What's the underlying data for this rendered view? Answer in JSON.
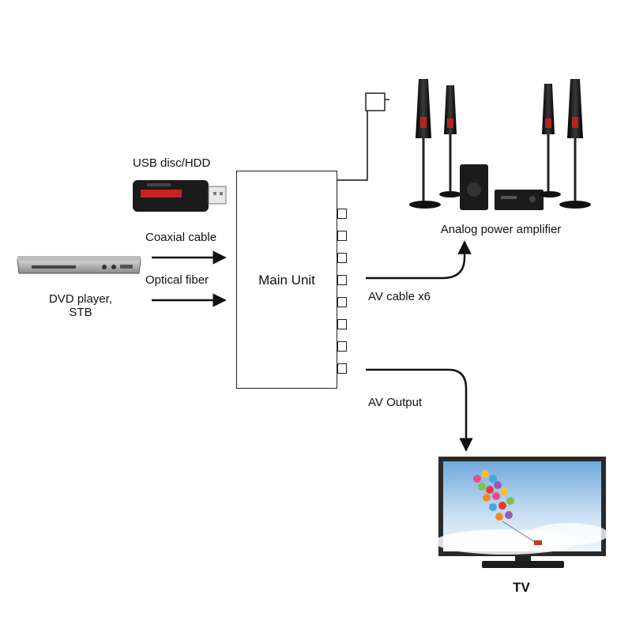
{
  "labels": {
    "usb": "USB disc/HDD",
    "coaxial": "Coaxial cable",
    "optical": "Optical fiber",
    "dvd_line1": "DVD player,",
    "dvd_line2": "STB",
    "main_unit": "Main Unit",
    "amplifier": "Analog power amplifier",
    "av_cable": "AV cable x6",
    "av_output": "AV Output",
    "tv": "TV"
  },
  "main_unit_ports": 8,
  "colors": {
    "line": "#111111",
    "device_dark": "#1b1b1b",
    "usb_accent": "#cc1f1f",
    "speaker_glow": "#b3261e",
    "tv_sky": "#9cc8ea"
  }
}
